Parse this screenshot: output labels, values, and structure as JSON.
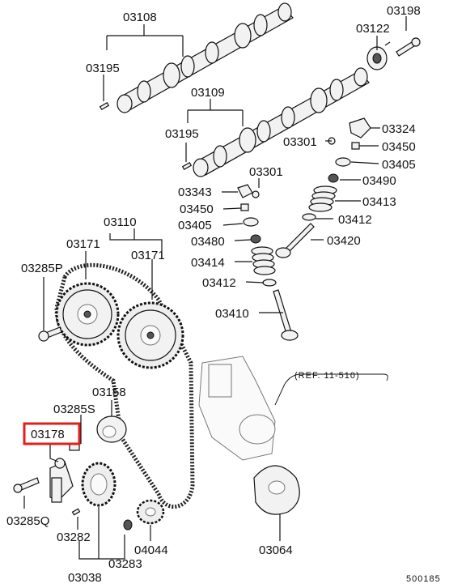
{
  "diagram": {
    "labels": {
      "p03108": "03108",
      "p03198": "03198",
      "p03122": "03122",
      "p03195a": "03195",
      "p03109": "03109",
      "p03195b": "03195",
      "p03324": "03324",
      "p03301a": "03301",
      "p03450a": "03450",
      "p03405a": "03405",
      "p03301b": "03301",
      "p03490": "03490",
      "p03343": "03343",
      "p03413": "03413",
      "p03450b": "03450",
      "p03412a": "03412",
      "p03405b": "03405",
      "p03110": "03110",
      "p03420": "03420",
      "p03480": "03480",
      "p03171a": "03171",
      "p03171b": "03171",
      "p03414": "03414",
      "p03285p": "03285P",
      "p03412b": "03412",
      "p03410": "03410",
      "ref": "(REF. 11-510)",
      "p03158": "03158",
      "p03285s": "03285S",
      "p03178": "03178",
      "p03285q": "03285Q",
      "p03282": "03282",
      "p04044": "04044",
      "p03064": "03064",
      "p03283": "03283",
      "p03038": "03038",
      "figure_no": "500185"
    },
    "highlight": {
      "part": "03178",
      "color": "#e0201c"
    }
  }
}
